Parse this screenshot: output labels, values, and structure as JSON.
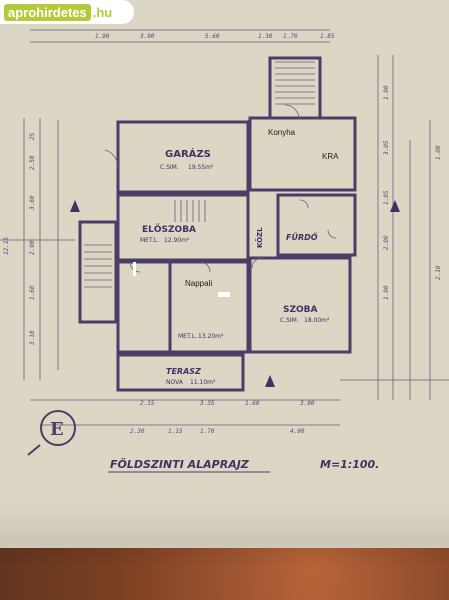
{
  "watermark": {
    "name": "aprohirdetes",
    "tld": ".hu"
  },
  "plan": {
    "title": "FÖLDSZINTI ALAPRAJZ",
    "scale": "M=1:100.",
    "rooms": {
      "garage": {
        "name": "GARÁZS",
        "floor": "C.SIM.",
        "area": "19.55m²"
      },
      "hall": {
        "name": "ELŐSZOBA",
        "floor": "MET.L.",
        "area": "12.90m²"
      },
      "living": {
        "floor": "MET.L.",
        "area": "13.20m²"
      },
      "room": {
        "name": "SZOBA",
        "floor": "C.SIM.",
        "area": "18.00m²"
      },
      "bath": {
        "name": "FÜRDŐ"
      },
      "corridor": {
        "name": "KÖZL"
      },
      "terrace": {
        "name": "TERASZ",
        "floor": "NOVA",
        "area": "11.10m²"
      }
    },
    "labels": {
      "kitchen": "Konyha",
      "pantry": "KRA",
      "living": "Nappali"
    },
    "dims_top": [
      "1.90",
      "3.90",
      "5.60",
      "1.30",
      "1.70",
      "1.85"
    ],
    "dims_bottom": [
      "2.15",
      "3.35",
      "1.60",
      "3.90"
    ],
    "dims_bottom2": [
      "2.30",
      "1.15",
      "1.70",
      "4.90"
    ],
    "dims_left": [
      "25",
      "2.50",
      "3.60",
      "2.90",
      "1.60",
      "3.10",
      "12.15"
    ],
    "dims_right": [
      "1.90",
      "3.05",
      "1.95",
      "2.00",
      "1.90",
      "1.00",
      "2.10"
    ]
  }
}
